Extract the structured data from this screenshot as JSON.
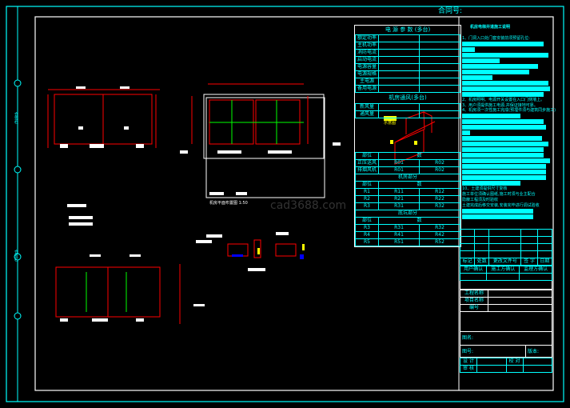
{
  "contract_label": "合同号:",
  "power_table": {
    "title": "电 源 参 数 (多台)",
    "rows": [
      "额定功率",
      "主机功率",
      "消防电流",
      "启动电流",
      "电源容量",
      "电源规格",
      "主电源",
      "备用电源"
    ]
  },
  "ventilation_table": {
    "title": "机房通风(多台)",
    "rows": [
      "新风量",
      "通风量"
    ],
    "diagram_label": "示意图"
  },
  "section_a": {
    "header": [
      "部位",
      "数"
    ],
    "rows": [
      [
        "正压送风",
        "R01",
        "R02"
      ],
      [
        "排烟风机",
        "R01",
        "R02"
      ]
    ]
  },
  "section_b": {
    "title": "机房部分",
    "header": [
      "部位",
      "数"
    ],
    "rows": [
      [
        "R1",
        "R11",
        "R12"
      ],
      [
        "R2",
        "R21",
        "R22"
      ],
      [
        "R3",
        "R31",
        "R32"
      ]
    ]
  },
  "section_c": {
    "title": "底坑部分",
    "header": [
      "部位",
      "数"
    ],
    "rows": [
      [
        "R3",
        "R31",
        "R32"
      ],
      [
        "R4",
        "R41",
        "R42"
      ],
      [
        "R5",
        "R51",
        "R52"
      ]
    ]
  },
  "notes": {
    "title": "机房电梯井道施工说明",
    "line1": "1、门洞入口处门套安装前须预留孔位:",
    "line2": "2、机房照明、电源开关设置在入口门侧墙上。",
    "line3": "3、用户须提供施工电源,并保证接地可靠。",
    "line4": "4、机房须一次性施工完成(预埋件须与建筑同步施工)",
    "line5": "10、土建须提供尺寸复核",
    "line6": "施工单位须确认图纸,施工时须与业主配合",
    "line7": "隐蔽工程须及时验收",
    "line8": "土建完成后移交安装,安装完毕进行调试验收"
  },
  "watermark": "cad3688.com",
  "plan_label": "机房平面布置图 1:50",
  "title_block": {
    "rev_headers": [
      "标记",
      "处数",
      "更改文件号",
      "签 字",
      "日期"
    ],
    "confirm": [
      "用户确认",
      "施工方确认",
      "监理方确认"
    ],
    "fields": [
      "工程名称",
      "项目名称",
      "编号"
    ],
    "drawing_name": "图名:",
    "drawing_no": "图号:",
    "version": "版本:",
    "design": "设 计",
    "check": "校 对",
    "review": "审 核"
  },
  "margin_labels": [
    "会签栏",
    "会签栏"
  ]
}
